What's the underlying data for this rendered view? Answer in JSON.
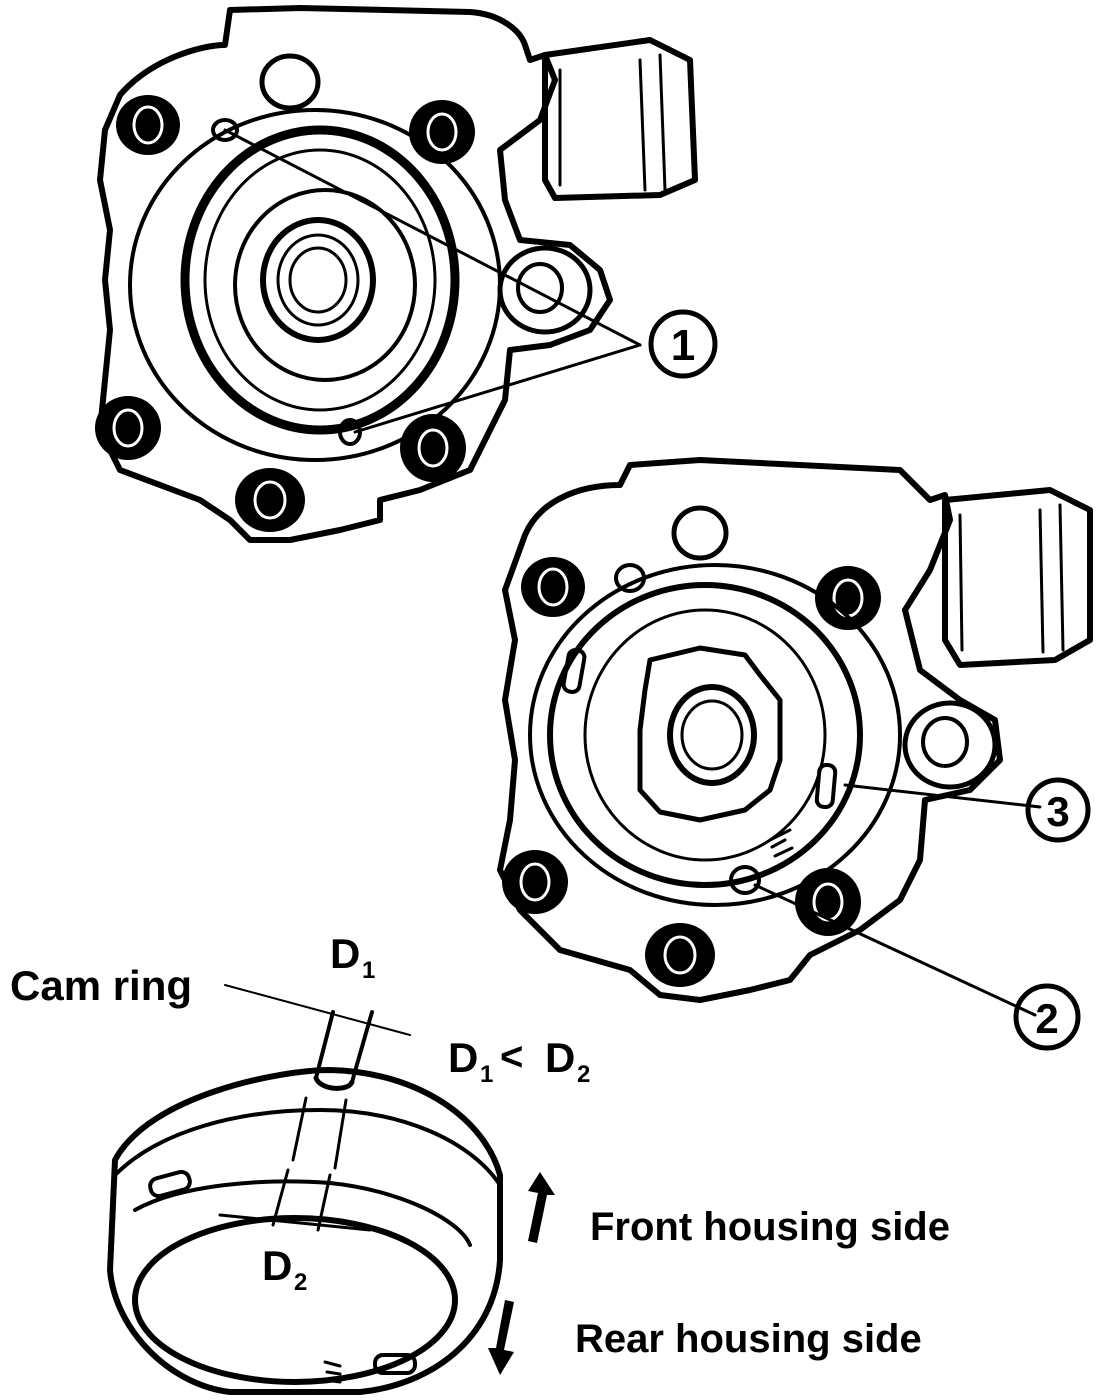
{
  "callouts": [
    {
      "id": "1",
      "label": "1"
    },
    {
      "id": "2",
      "label": "2"
    },
    {
      "id": "3",
      "label": "3"
    }
  ],
  "labels": {
    "cam_ring": "Cam ring",
    "d1": "D",
    "d1_sub": "1",
    "d2": "D",
    "d2_sub": "2",
    "inequality_d1": "D",
    "inequality_d1_sub": "1",
    "inequality_op": "<",
    "inequality_d2": "D",
    "inequality_d2_sub": "2",
    "front_housing_side": "Front housing side",
    "rear_housing_side": "Rear housing side"
  },
  "icons": {
    "up_arrow": "arrow-up-icon",
    "down_arrow": "arrow-down-icon"
  }
}
